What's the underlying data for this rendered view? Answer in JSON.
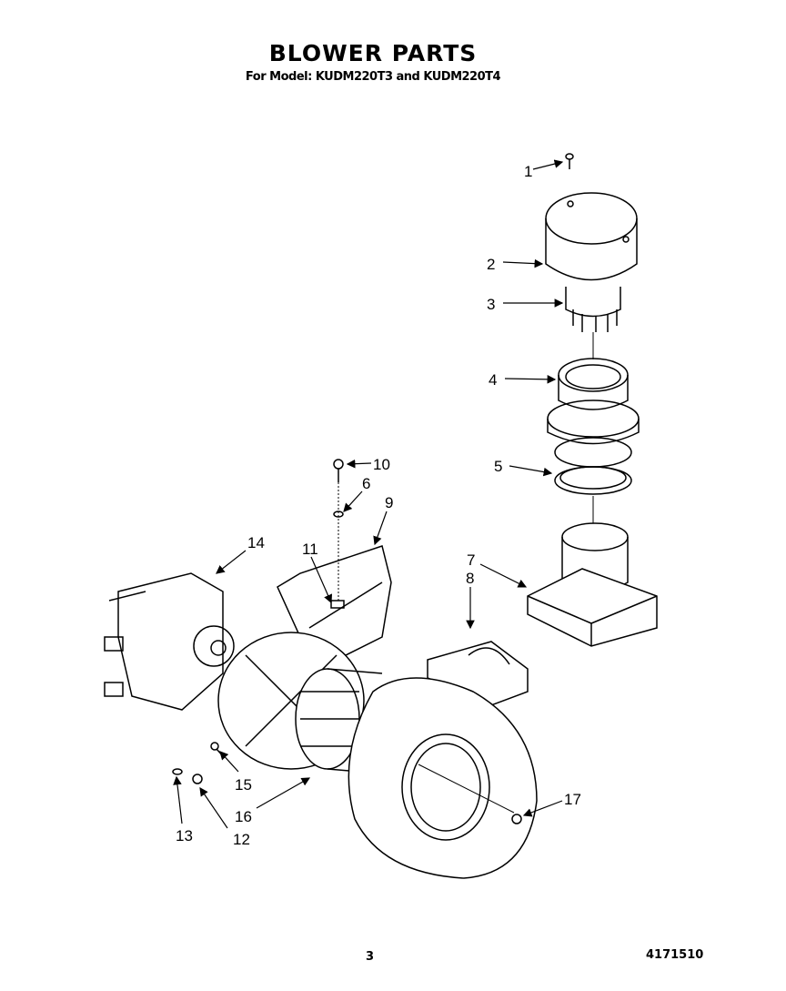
{
  "header": {
    "title": "BLOWER PARTS",
    "subtitle": "For Model: KUDM220T3 and KUDM220T4"
  },
  "callouts": [
    "1",
    "2",
    "3",
    "4",
    "5",
    "6",
    "7",
    "8",
    "9",
    "10",
    "11",
    "12",
    "13",
    "14",
    "15",
    "16",
    "17"
  ],
  "footer": {
    "page_number": "3",
    "part_code": "4171510"
  }
}
